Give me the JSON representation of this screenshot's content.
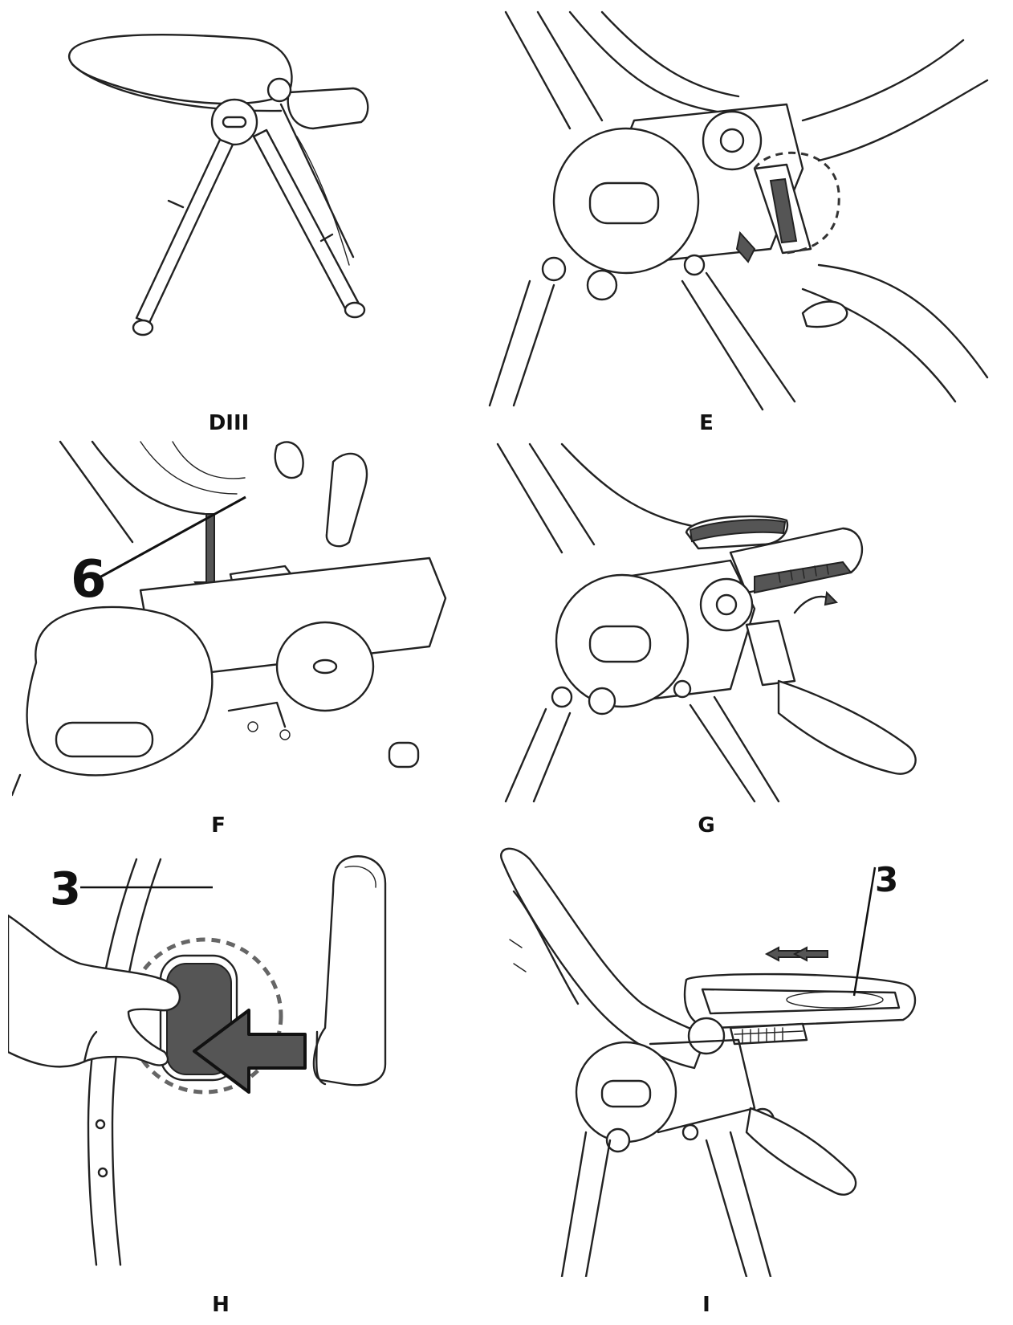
{
  "panels": [
    {
      "id": "DIII",
      "caption": "DIII",
      "depicts": "high-chair-folded-legs"
    },
    {
      "id": "E",
      "caption": "E",
      "depicts": "hinge-release-lever"
    },
    {
      "id": "F",
      "caption": "F",
      "depicts": "clip-insert",
      "callout": "6"
    },
    {
      "id": "G",
      "caption": "G",
      "depicts": "footrest-rotate"
    },
    {
      "id": "H",
      "caption": "H",
      "depicts": "tray-button-press",
      "callout": "3"
    },
    {
      "id": "I",
      "caption": "I",
      "depicts": "tray-slide-forward",
      "callout": "3"
    }
  ],
  "colors": {
    "line": "#222222",
    "dark_fill": "#555555",
    "dash": "#666666",
    "background": "#ffffff"
  }
}
